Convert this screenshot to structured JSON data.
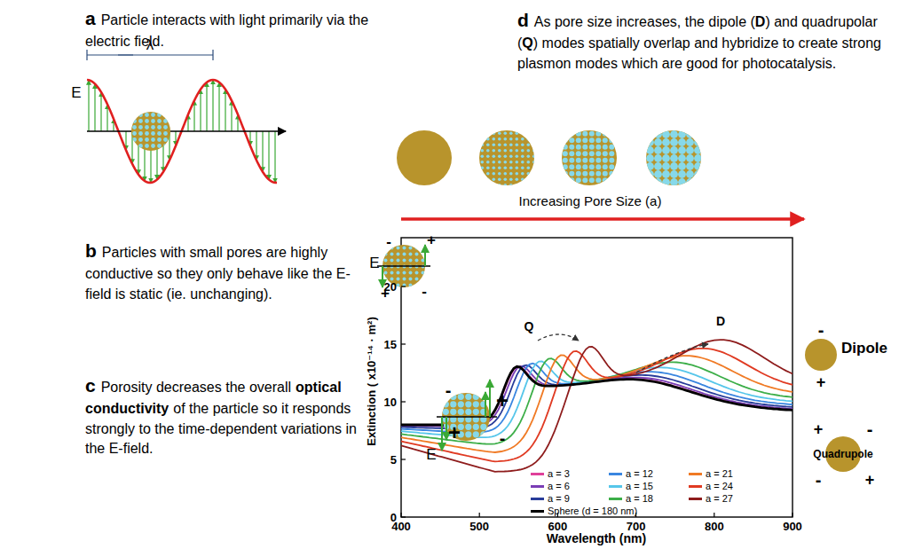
{
  "diagram": {
    "labels": [
      "a",
      "Particle interacts with light primarily via the electric field.",
      "λ",
      "E",
      "b",
      "Particles with small pores are highly conductive so they only behave like the E-field is static (ie. unchanging).",
      "E",
      "-",
      "+",
      "+",
      "-",
      "c",
      "Porosity decreases the overall",
      "optical conductivity",
      "of the particle so it responds strongly to the time-dependent variations in the E-field.",
      "E",
      "-",
      "+",
      "+",
      "-",
      "d",
      "As pore size increases, the dipole (",
      "D",
      ") and quadrupolar (",
      "Q",
      ") modes spatially overlap and hybridize to create strong plasmon modes which are good for photocatalysis.",
      "Increasing Pore Size (a)",
      "Q",
      "D",
      "0",
      "5",
      "10",
      "15",
      "20",
      "400",
      "500",
      "600",
      "700",
      "800",
      "900",
      "Extinction ( x10⁻¹⁴ · m²)",
      "Wavelength (nm)",
      "-",
      "Dipole",
      "+",
      "+",
      "-",
      "Quadrupole",
      "-",
      "+"
    ],
    "legend": [
      {
        "text": "a = 3",
        "color": "#e0409a"
      },
      {
        "text": "a = 6",
        "color": "#7a3db5"
      },
      {
        "text": "a = 9",
        "color": "#283c9a"
      },
      {
        "text": "a = 12",
        "color": "#3a86e0"
      },
      {
        "text": "a = 15",
        "color": "#56c6ea"
      },
      {
        "text": "a = 18",
        "color": "#3cae48"
      },
      {
        "text": "a = 21",
        "color": "#f07a24"
      },
      {
        "text": "a = 24",
        "color": "#e03a22"
      },
      {
        "text": "a = 27",
        "color": "#8e1c1c"
      },
      {
        "text": "Sphere (d = 180 nm)",
        "color": "#000000"
      }
    ]
  }
}
